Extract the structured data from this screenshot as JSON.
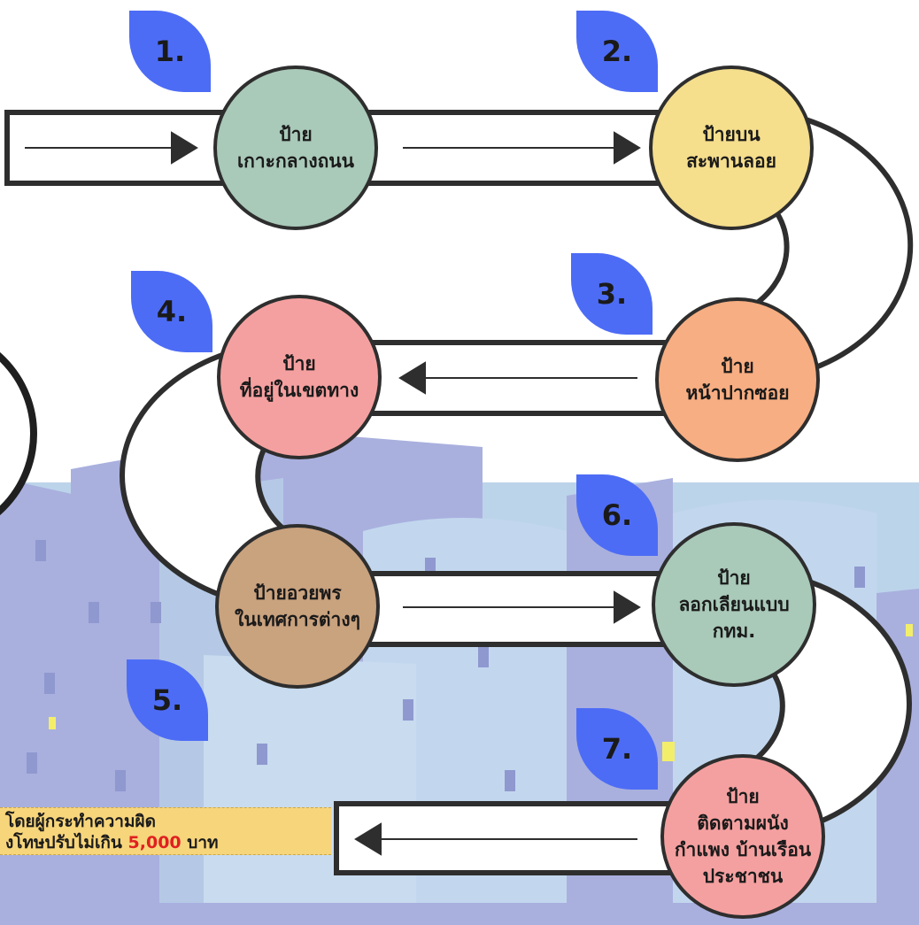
{
  "steps": [
    {
      "number": "1.",
      "label": "ป้าย\nเกาะกลางถนน",
      "color": "#a9c9b9"
    },
    {
      "number": "2.",
      "label": "ป้ายบน\nสะพานลอย",
      "color": "#f5de8c"
    },
    {
      "number": "3.",
      "label": "ป้าย\nหน้าปากซอย",
      "color": "#f7ae82"
    },
    {
      "number": "4.",
      "label": "ป้าย\nที่อยู่ในเขตทาง",
      "color": "#f5a0a0"
    },
    {
      "number": "5.",
      "label": "ป้ายอวยพร\nในเทศการต่างๆ",
      "color": "#c9a27e"
    },
    {
      "number": "6.",
      "label": "ป้าย\nลอกเลียนแบบ\nกทม.",
      "color": "#a9c9b9"
    },
    {
      "number": "7.",
      "label": "ป้าย\nติดตามผนัง\nกำแพง บ้านเรือน\nประชาชน",
      "color": "#f5a0a0"
    }
  ],
  "note": {
    "line1": "โดยผู้กระทำความผิด",
    "line2_prefix": "งโทษปรับไม่เกิน ",
    "amount": "5,000",
    "line2_suffix": " บาท"
  },
  "colors": {
    "badge": "#4d6cf5",
    "road": "#2e2e2e",
    "sky": "#b9d3ea",
    "building": "#a9b0de",
    "note_bg": "#f7d57b",
    "amount": "#e02020"
  }
}
